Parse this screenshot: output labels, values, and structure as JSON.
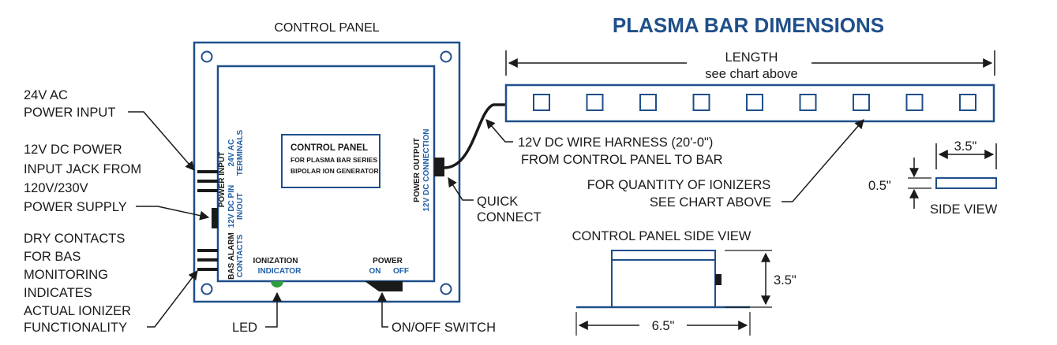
{
  "panel": {
    "title": "CONTROL PANEL",
    "box_title": "CONTROL PANEL",
    "box_line1": "FOR PLASMA BAR SERIES",
    "box_line2": "BIPOLAR ION GENERATOR",
    "power_input": "POWER INPUT",
    "terminals_24v": "24V AC",
    "terminals_word": "TERMINALS",
    "dc_pin": "12V DC PIN",
    "dc_inout": "IN/OUT",
    "bas_alarm": "BAS ALARM",
    "bas_contacts": "CONTACTS",
    "power_output": "POWER OUTPUT",
    "dc_connection": "12V DC CONNECTION",
    "ionization": "IONIZATION",
    "indicator": "INDICATOR",
    "power": "POWER",
    "on": "ON",
    "off": "OFF"
  },
  "callouts": {
    "ac_1": "24V AC",
    "ac_2": "POWER INPUT",
    "dc_1": "12V DC POWER",
    "dc_2": "INPUT JACK FROM",
    "dc_3": "120V/230V",
    "dc_4": "POWER SUPPLY",
    "dry_1": "DRY CONTACTS",
    "dry_2": "FOR BAS",
    "dry_3": "MONITORING",
    "dry_4": "INDICATES",
    "dry_5": "ACTUAL IONIZER",
    "dry_6": "FUNCTIONALITY",
    "led": "LED",
    "switch": "ON/OFF SWITCH",
    "quick_1": "QUICK",
    "quick_2": "CONNECT",
    "harness_1": "12V DC WIRE HARNESS (20'-0\")",
    "harness_2": "FROM CONTROL PANEL TO BAR",
    "qty_1": "FOR QUANTITY OF IONIZERS",
    "qty_2": "SEE CHART ABOVE"
  },
  "bar": {
    "title": "PLASMA BAR DIMENSIONS",
    "length": "LENGTH",
    "length_note": "see chart above",
    "ionizer_count": 9,
    "width": "3.5\"",
    "height": "0.5\"",
    "side_view": "SIDE VIEW"
  },
  "side": {
    "title": "CONTROL PANEL SIDE VIEW",
    "height": "3.5\"",
    "width": "6.5\""
  },
  "colors": {
    "accent": "#1f4f8a",
    "label_blue": "#1f5fa8",
    "line": "#1a1a1a",
    "led": "#2e9e3e"
  }
}
